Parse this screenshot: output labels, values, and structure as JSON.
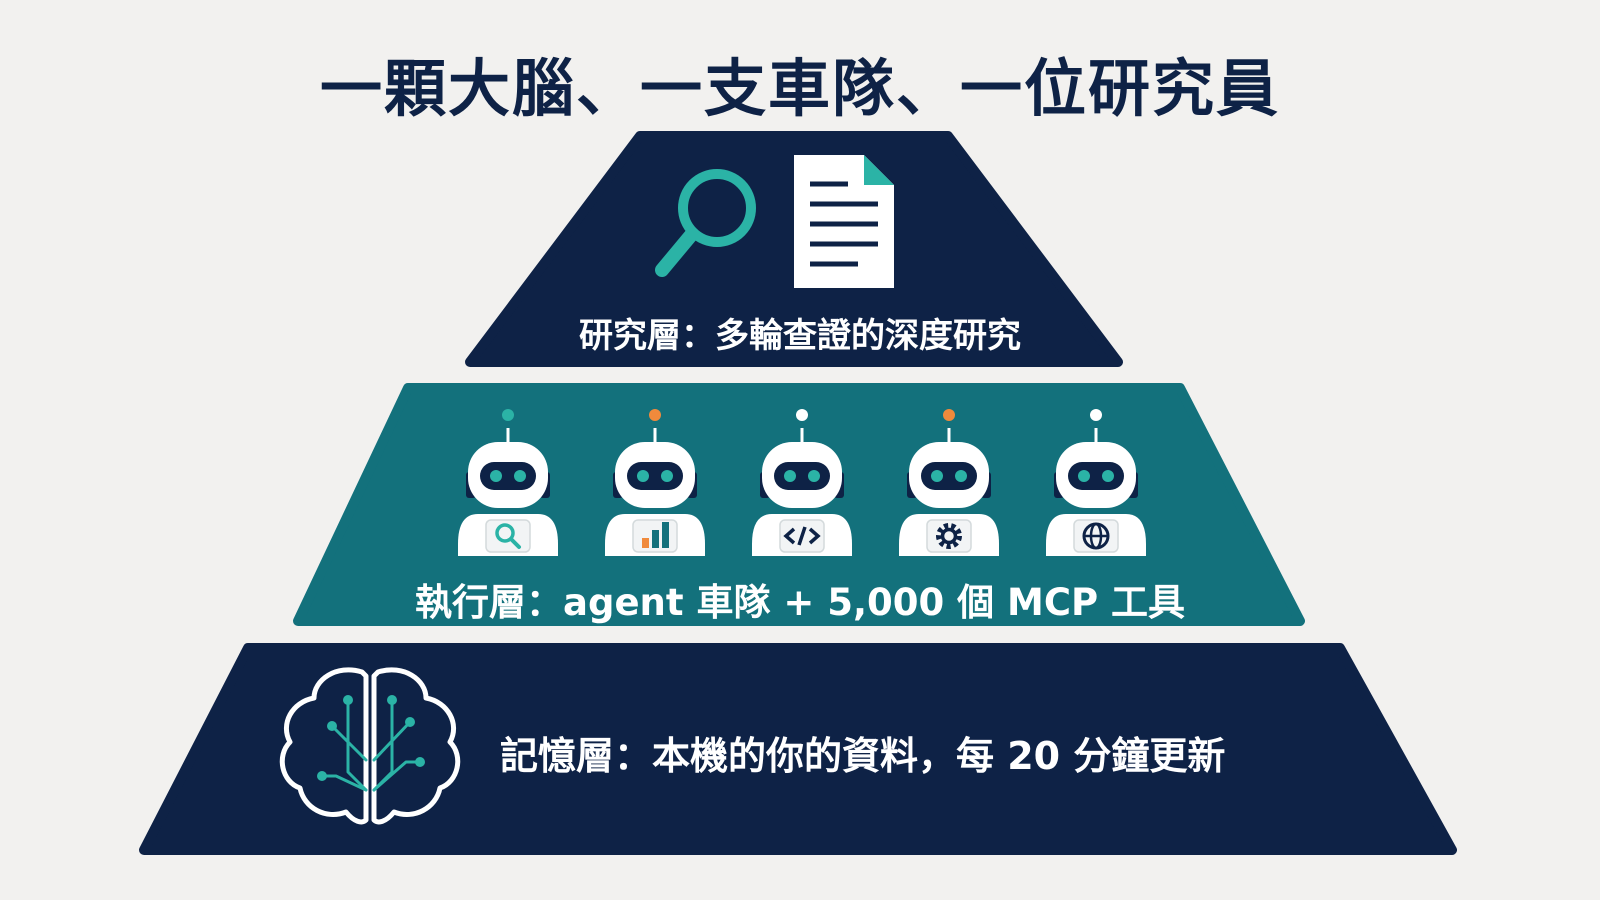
{
  "title": "一顆大腦、一支車隊、一位研究員",
  "layers": [
    {
      "label": "研究層：多輪查證的深度研究",
      "icons": [
        "magnifier-icon",
        "document-icon"
      ],
      "color": "#0e2246"
    },
    {
      "label": "執行層：agent 車隊 + 5,000 個 MCP 工具",
      "icons": [
        "search-robot-icon",
        "chart-robot-icon",
        "code-robot-icon",
        "gear-robot-icon",
        "globe-robot-icon"
      ],
      "color": "#13717c"
    },
    {
      "label": "記憶層：本機的你的資料，每 20 分鐘更新",
      "icons": [
        "circuit-brain-icon"
      ],
      "color": "#0e2246"
    }
  ],
  "colors": {
    "navy": "#0e2246",
    "teal": "#13717c",
    "accent_teal": "#2bb3a6",
    "accent_orange": "#f08a3c",
    "background": "#f2f1ef"
  }
}
